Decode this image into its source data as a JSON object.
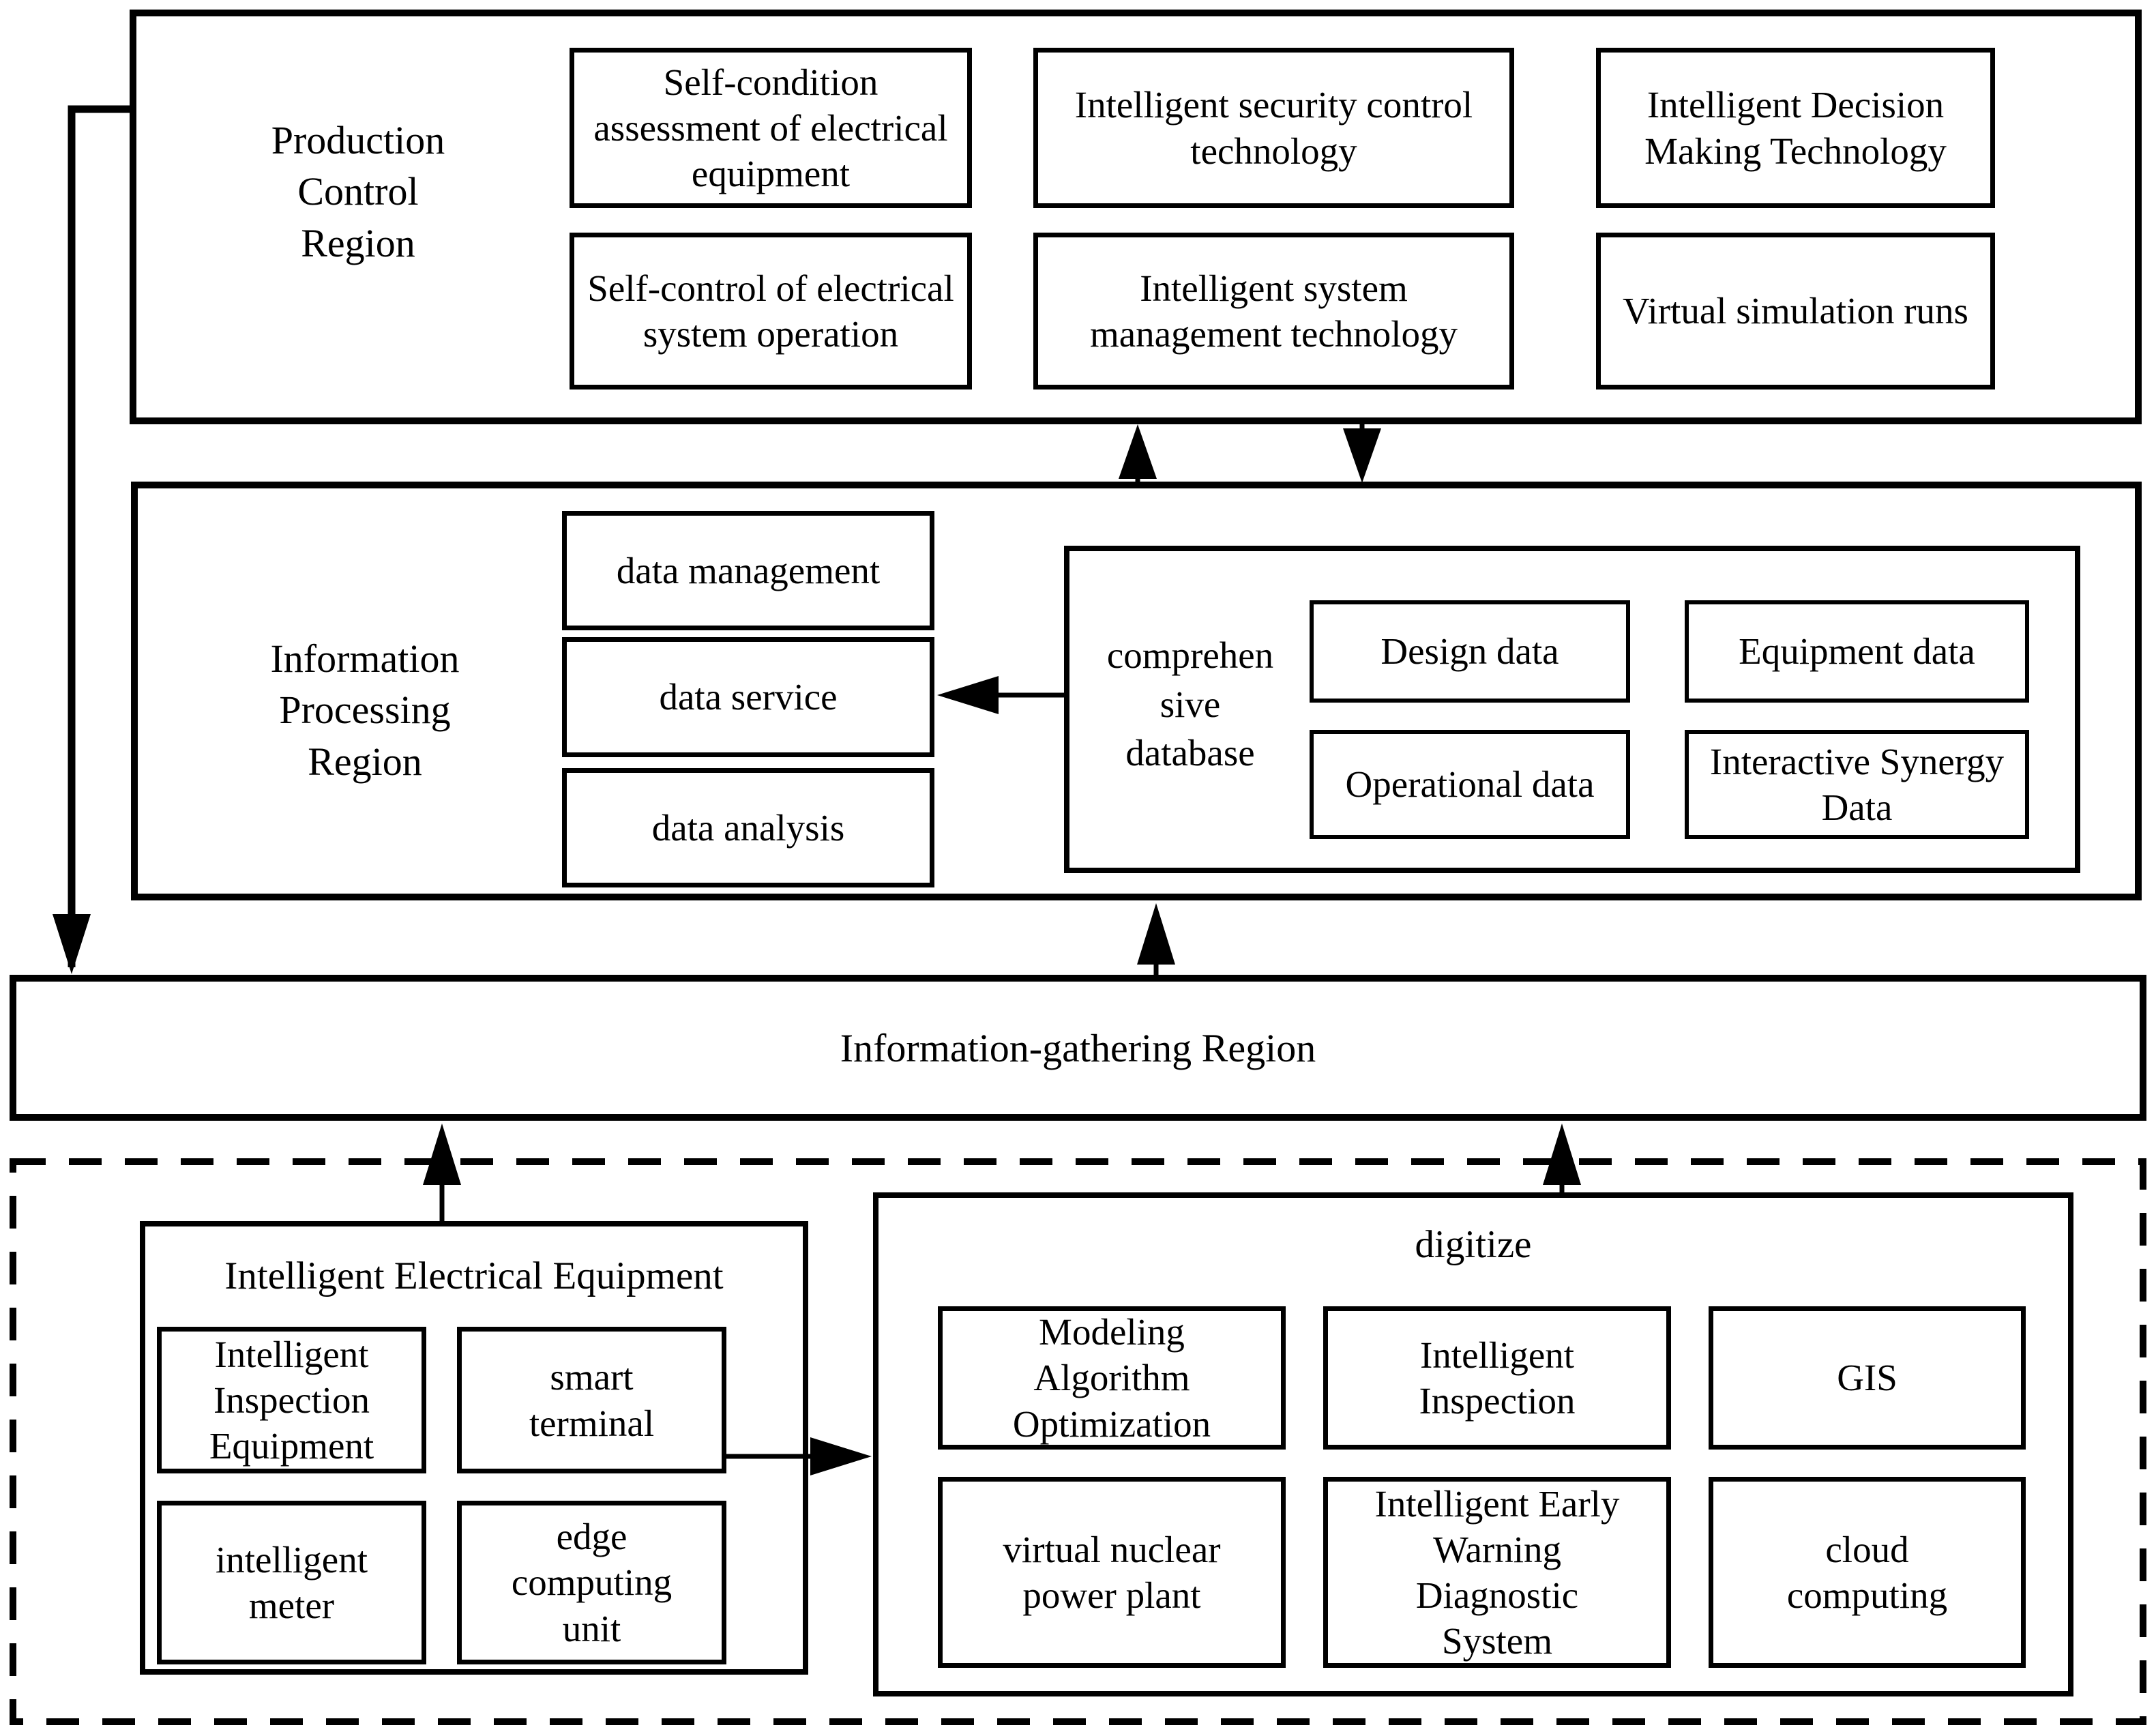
{
  "diagram": {
    "title_hint": "Smart power plant architecture diagram",
    "colors": {
      "stroke": "#000000",
      "background": "#ffffff"
    },
    "production_control": {
      "label": "Production Control Region",
      "boxes": [
        "Self-condition assessment of electrical equipment",
        "Self-control of electrical system operation",
        "Intelligent security control technology",
        "Intelligent system management technology",
        "Intelligent Decision Making Technology",
        "Virtual simulation runs"
      ]
    },
    "information_processing": {
      "label": "Information Processing Region",
      "process_boxes": [
        "data management",
        "data service",
        "data analysis"
      ],
      "database": {
        "label": "comprehen\nsive\ndatabase",
        "label_plain": "comprehensive database",
        "boxes": [
          "Design data",
          "Equipment data",
          "Operational data",
          "Interactive Synergy Data"
        ]
      }
    },
    "information_gathering": {
      "label": "Information-gathering Region"
    },
    "field_layer": {
      "equipment": {
        "label": "Intelligent Electrical Equipment",
        "boxes": [
          "Intelligent Inspection Equipment",
          "smart terminal",
          "intelligent meter",
          "edge computing unit"
        ]
      },
      "digitize": {
        "label": "digitize",
        "boxes": [
          "Modeling Algorithm Optimization",
          "Intelligent Inspection",
          "GIS",
          "virtual nuclear power plant",
          "Intelligent Early Warning Diagnostic System",
          "cloud computing"
        ]
      }
    },
    "connections": [
      {
        "from": "information-gathering-region",
        "to": "production-control-region",
        "via": "left-side-route",
        "direction": "down-into-gathering"
      },
      {
        "from": "information-gathering-region",
        "to": "production-control-region",
        "direction": "up"
      },
      {
        "from": "production-control-region",
        "to": "information-processing-region",
        "direction": "down"
      },
      {
        "from": "comprehensive-database",
        "to": "data-service",
        "direction": "left"
      },
      {
        "from": "information-gathering-region",
        "to": "information-processing-region",
        "direction": "up"
      },
      {
        "from": "intelligent-electrical-equipment",
        "to": "information-gathering-region",
        "direction": "up"
      },
      {
        "from": "digitize",
        "to": "information-gathering-region",
        "direction": "up"
      },
      {
        "from": "smart-terminal",
        "to": "digitize",
        "direction": "right"
      }
    ]
  }
}
